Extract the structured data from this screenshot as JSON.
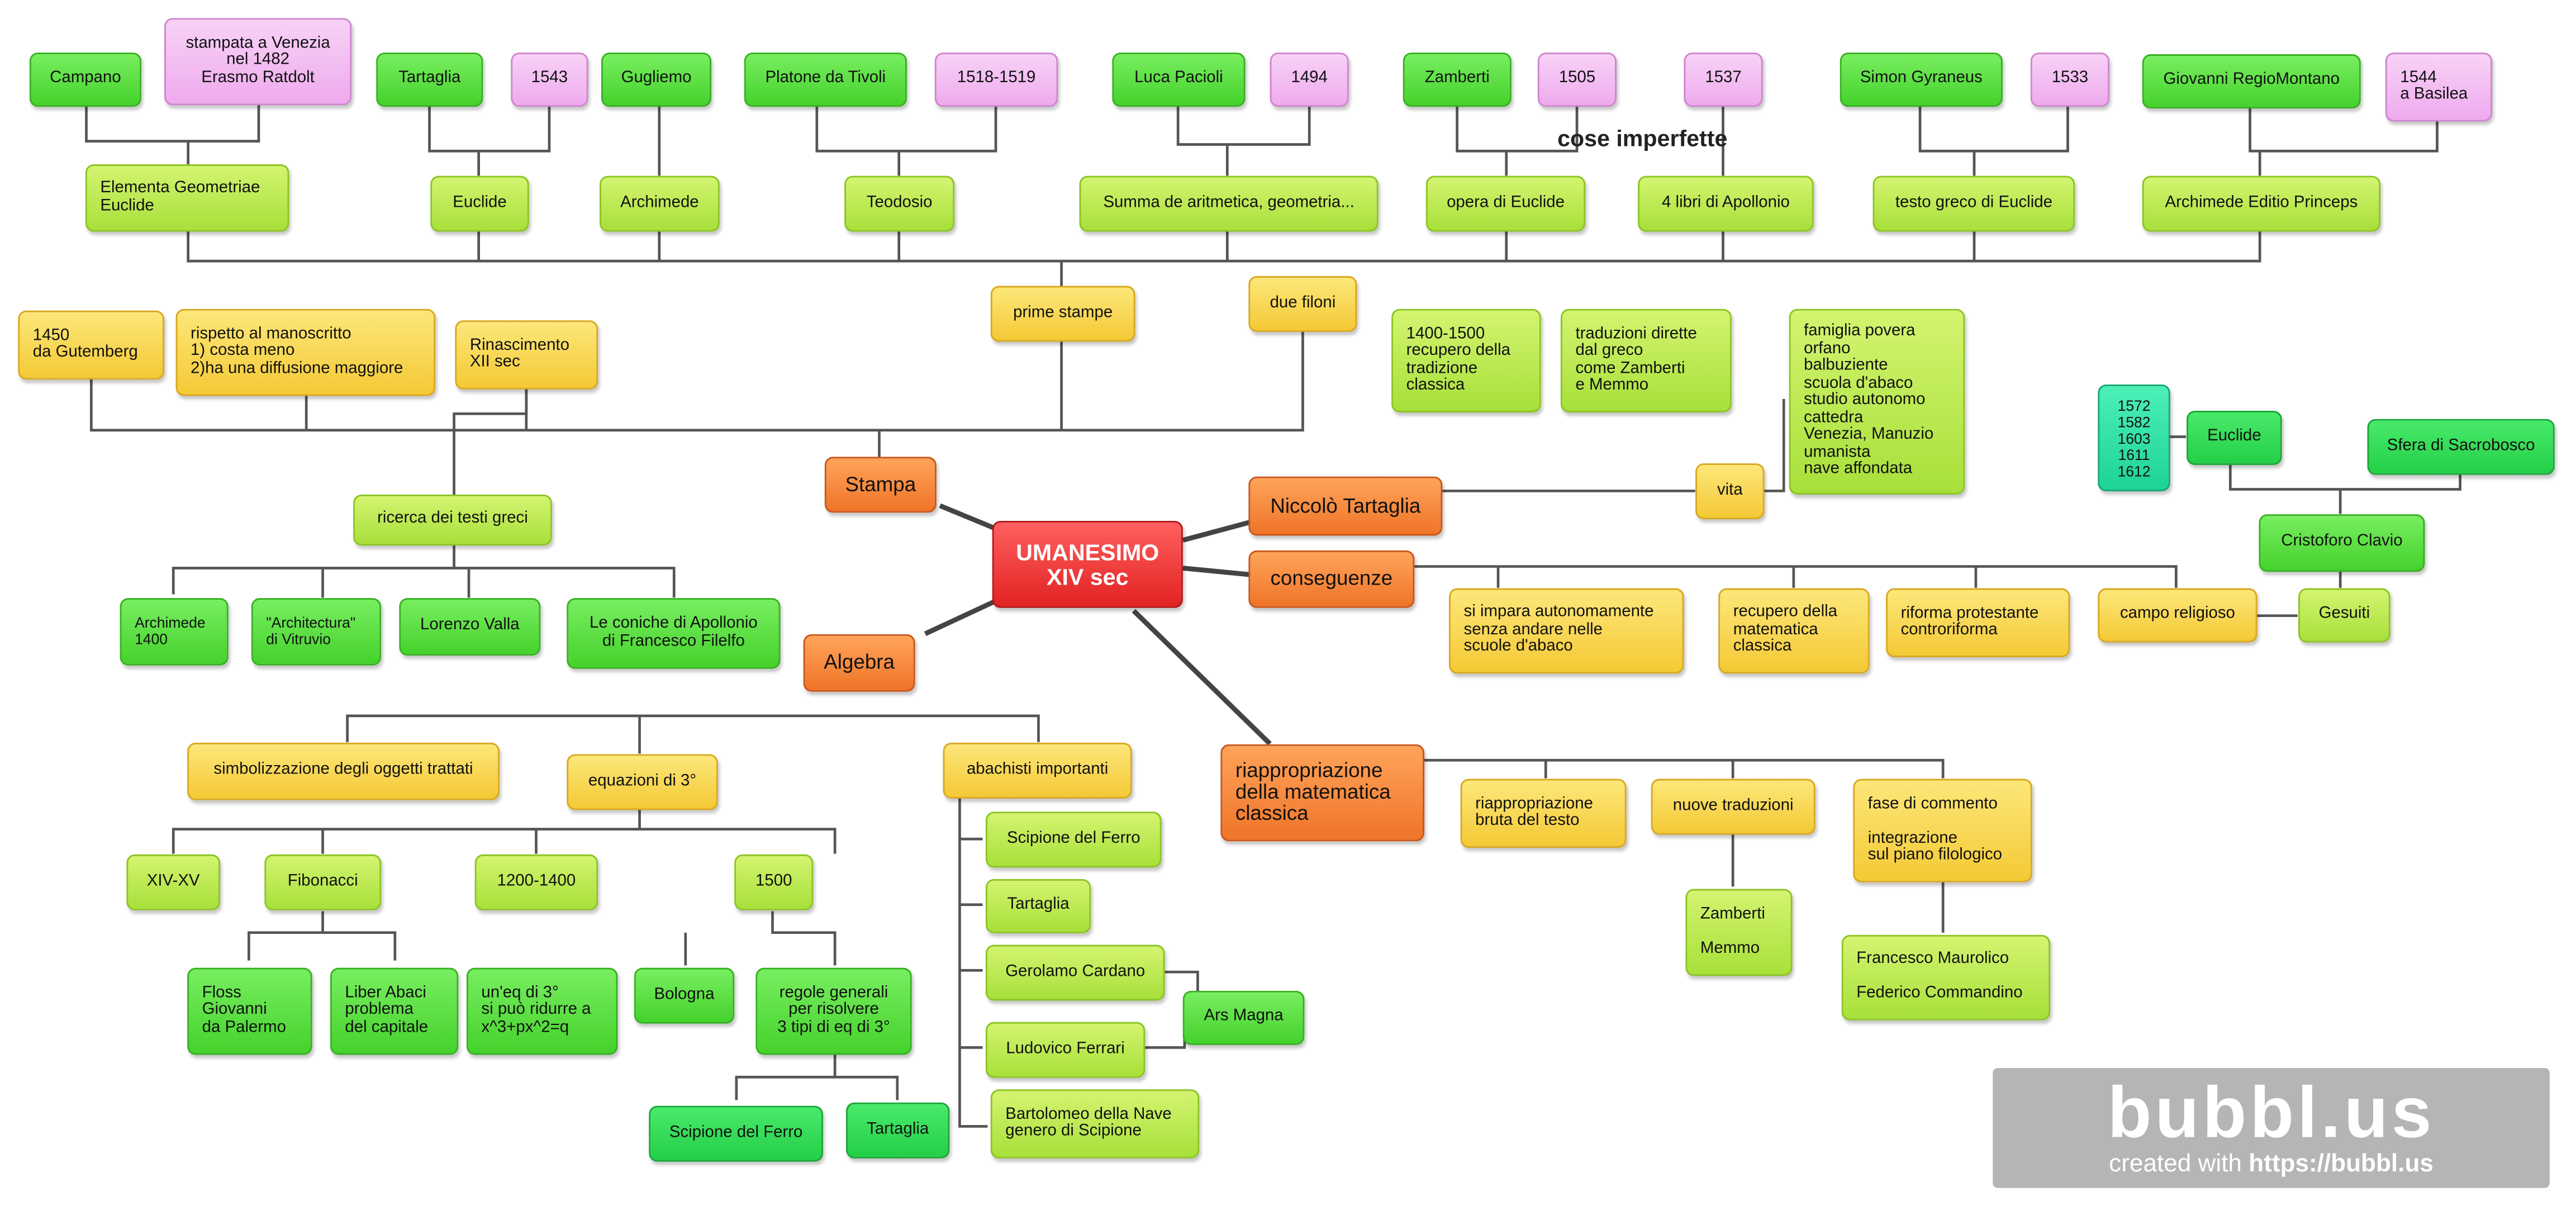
{
  "watermark": {
    "logo": "bubbl.us",
    "created": "created with",
    "url": "https://bubbl.us"
  },
  "annotations": {
    "cose": "cose imperfette"
  },
  "nodes": {
    "umanesimo": "UMANESIMO\nXIV sec",
    "stampa": "Stampa",
    "tartaglia_main": "Niccolò Tartaglia",
    "conseguenze": "conseguenze",
    "algebra": "Algebra",
    "riappropriazione": "riappropriazione\ndella matematica\nclassica",
    "campano": "Campano",
    "stampata": "stampata a Venezia\nnel 1482\nErasmo Ratdolt",
    "elementa": "Elementa Geometriae\nEuclide",
    "tartaglia_top": "Tartaglia",
    "y1543": "1543",
    "gugliemo": "Gugliemo",
    "euclide1": "Euclide",
    "archimede1": "Archimede",
    "platone": "Platone da Tivoli",
    "y1518": "1518-1519",
    "teodosio": "Teodosio",
    "pacioli": "Luca Pacioli",
    "y1494": "1494",
    "summa": "Summa de aritmetica, geometria...",
    "zamberti_top": "Zamberti",
    "y1505": "1505",
    "opera": "opera di Euclide",
    "y1537": "1537",
    "apollonio4": "4 libri di Apollonio",
    "gyraneus": "Simon Gyraneus",
    "y1533": "1533",
    "testogreco": "testo greco di Euclide",
    "regiomontano": "Giovanni RegioMontano",
    "y1544": "1544\na Basilea",
    "editio": "Archimede Editio Princeps",
    "prime": "prime stampe",
    "duefiloni": "due filoni",
    "recupero1400": "1400-1500\nrecupero della\ntradizione\nclassica",
    "traduzioni": "traduzioni dirette\ndal greco\ncome Zamberti\n e Memmo",
    "gutenberg": "1450\nda Gutemberg",
    "rispetto": "rispetto al manoscritto\n1) costa meno\n2)ha una diffusione maggiore",
    "rinascimento": "Rinascimento\nXII sec",
    "ricerca": "ricerca dei testi greci",
    "archimede1400": "Archimede\n1400",
    "vitruvio": "\"Architectura\"\ndi Vitruvio",
    "valla": "Lorenzo Valla",
    "coniche": "Le coniche di Apollonio\ndi Francesco Filelfo",
    "vita": "vita",
    "famiglia": "famiglia povera\norfano\nbalbuziente\nscuola d'abaco\nstudio autonomo\ncattedra\nVenezia, Manuzio\numanista\nnave affondata",
    "anni": "1572\n1582\n1603\n1611\n1612",
    "euclide2": "Euclide",
    "sfera": "Sfera di Sacrobosco",
    "clavio": "Cristoforo Clavio",
    "gesuiti": "Gesuiti",
    "impara": "si impara autonomamente\nsenza andare nelle\n scuole d'abaco",
    "recupero_mat": "recupero della\nmatematica\nclassica",
    "riforma": "riforma protestante\ncontroriforma",
    "religioso": "campo religioso",
    "simbolizzazione": "simbolizzazione degli oggetti trattati",
    "equazioni": "equazioni di 3°",
    "abachisti": "abachisti importanti",
    "xivxv": "XIV-XV",
    "fibonacci": "Fibonacci",
    "y12001400": "1200-1400",
    "y1500": "1500",
    "floss": "Floss\nGiovanni\nda Palermo",
    "liberabaci": "Liber Abaci\nproblema\ndel capitale",
    "uneq": "un'eq di 3°\nsi può ridurre a\nx^3+px^2=q",
    "bologna": "Bologna",
    "regole": "regole generali\n per risolvere\n3 tipi di eq di 3°",
    "scipione1": "Scipione del Ferro",
    "tartaglia_low": "Tartaglia",
    "scipione2": "Scipione del Ferro",
    "tartaglia_abac": "Tartaglia",
    "cardano": "Gerolamo Cardano",
    "arsmagna": "Ars Magna",
    "ferrari": "Ludovico Ferrari",
    "nave": "Bartolomeo della Nave\ngenero di Scipione",
    "bruta": "riappropriazione\nbruta del testo",
    "nuove": "nuove traduzioni",
    "commento": "fase di commento\n\nintegrazione\nsul piano filologico",
    "zamberti_memmo": "Zamberti\n\nMemmo",
    "maurolico": "Francesco Maurolico\n\nFederico Commandino"
  }
}
